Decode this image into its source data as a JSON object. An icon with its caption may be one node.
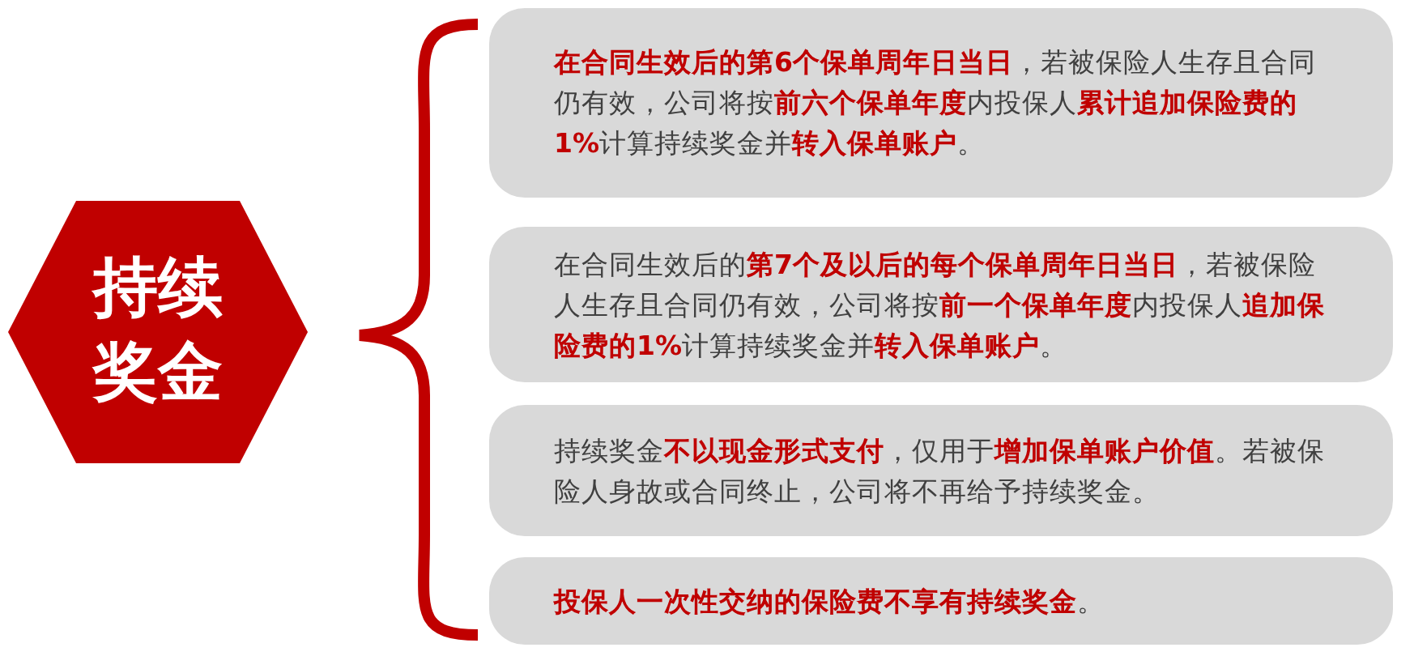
{
  "diagram": {
    "nodes": [
      {
        "text": [
          "持续奖金"
        ]
      },
      {
        "text": [
          "**在合同生效后的第6个保单周年日当日**，若被保险人生存且合同仍有效，公司将按**前六个保单年度**内投保人**累计追加保险费的1%**计算持续奖金并**转入保单账户**。"
        ]
      },
      {
        "text": [
          "在合同生效后的**第7个及以后的每个保单周年日当日**，若被保险人生存且合同仍有效，公司将按**前一个保单年度**内投保人**追加保险费的1%**计算持续奖金并**转入保单账户**。"
        ]
      },
      {
        "text": [
          "持续奖金**不以现金形式支付**，仅用于**增加保单账户价值**。若被保险人身故或合同终止，公司将不再给予持续奖金。"
        ]
      },
      {
        "text": [
          "**投保人一次性交纳的保险费不享有持续奖金**。"
        ]
      }
    ]
  }
}
